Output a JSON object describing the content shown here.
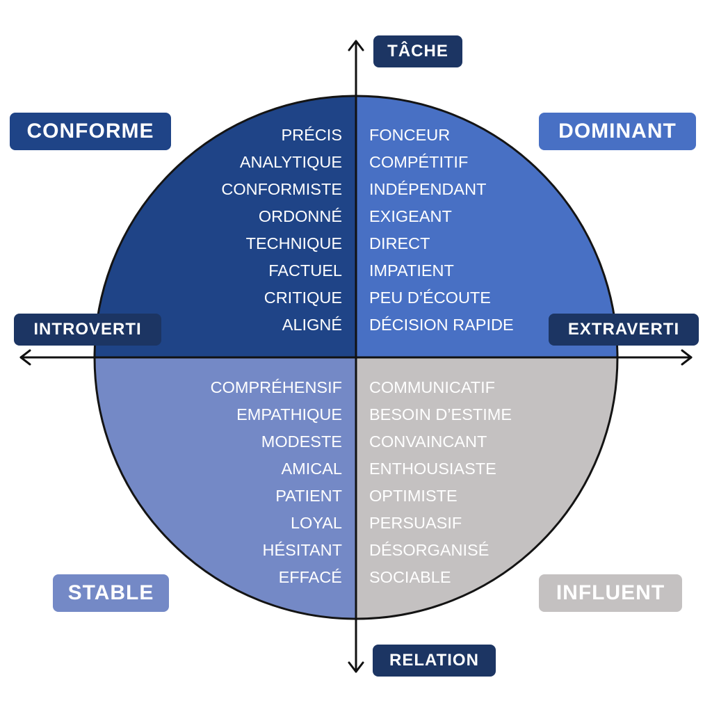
{
  "colors": {
    "conforme": "#1f4487",
    "dominant": "#4870c4",
    "stable": "#7489c6",
    "influent": "#c4c1c1",
    "axis_label": "#1c3563",
    "outline": "#141414"
  },
  "axes": {
    "top": "TÂCHE",
    "bottom": "RELATION",
    "left": "INTROVERTI",
    "right": "EXTRAVERTI"
  },
  "quadrants": {
    "conforme": {
      "title": "CONFORME",
      "traits": [
        "PRÉCIS",
        "ANALYTIQUE",
        "CONFORMISTE",
        "ORDONNÉ",
        "TECHNIQUE",
        "FACTUEL",
        "CRITIQUE",
        "ALIGNÉ"
      ]
    },
    "dominant": {
      "title": "DOMINANT",
      "traits": [
        "FONCEUR",
        "COMPÉTITIF",
        "INDÉPENDANT",
        "EXIGEANT",
        "DIRECT",
        "IMPATIENT",
        "PEU D’ÉCOUTE",
        "DÉCISION RAPIDE"
      ]
    },
    "stable": {
      "title": "STABLE",
      "traits": [
        "COMPRÉHENSIF",
        "EMPATHIQUE",
        "MODESTE",
        "AMICAL",
        "PATIENT",
        "LOYAL",
        "HÉSITANT",
        "EFFACÉ"
      ]
    },
    "influent": {
      "title": "INFLUENT",
      "traits": [
        "COMMUNICATIF",
        "BESOIN D’ESTIME",
        "CONVAINCANT",
        "ENTHOUSIASTE",
        "OPTIMISTE",
        "PERSUASIF",
        "DÉSORGANISÉ",
        "SOCIABLE"
      ]
    }
  }
}
